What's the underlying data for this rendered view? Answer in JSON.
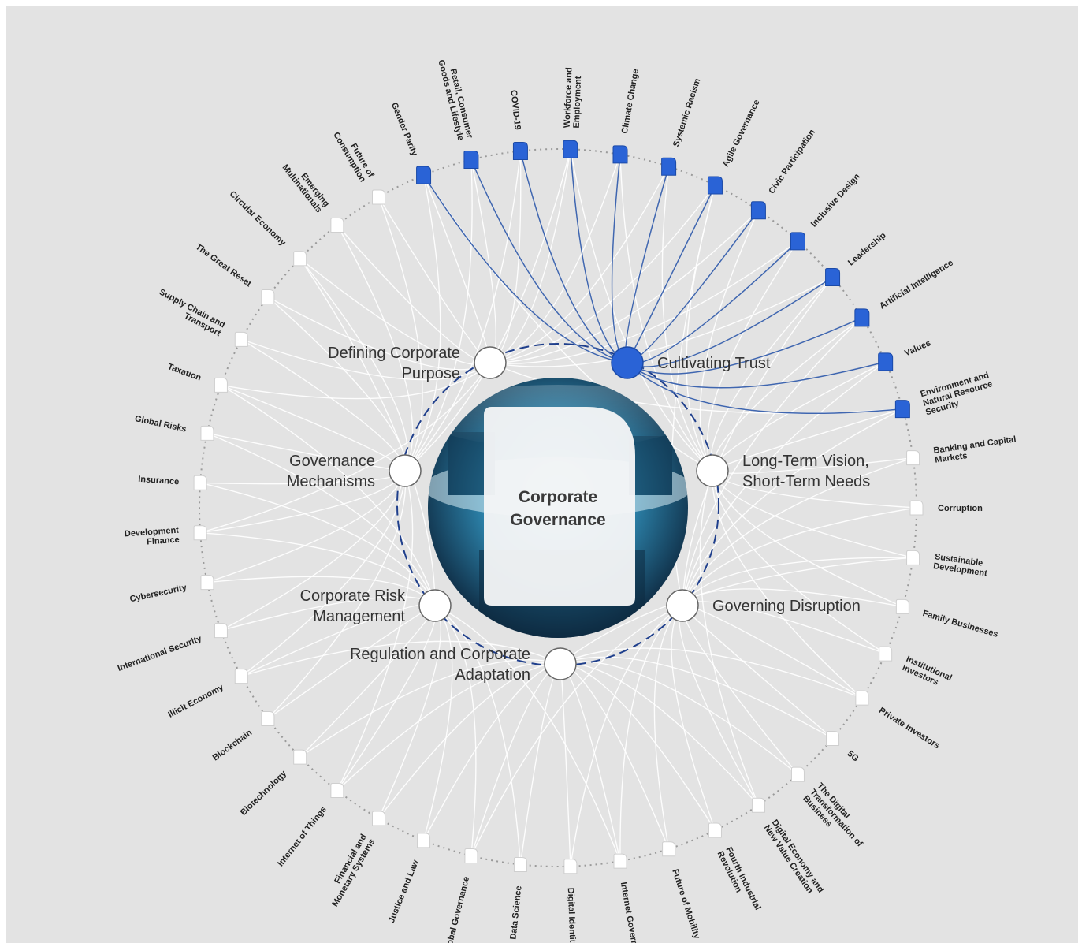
{
  "center": {
    "title_line1": "Corporate",
    "title_line2": "Governance"
  },
  "key_issues": [
    {
      "lines": [
        "Defining Corporate",
        "Purpose"
      ],
      "selected": false
    },
    {
      "lines": [
        "Cultivating Trust"
      ],
      "selected": true
    },
    {
      "lines": [
        "Long-Term Vision,",
        "Short-Term Needs"
      ],
      "selected": false
    },
    {
      "lines": [
        "Governing Disruption"
      ],
      "selected": false
    },
    {
      "lines": [
        "Regulation and Corporate",
        "Adaptation"
      ],
      "selected": false
    },
    {
      "lines": [
        "Corporate Risk",
        "Management"
      ],
      "selected": false
    },
    {
      "lines": [
        "Governance",
        "Mechanisms"
      ],
      "selected": false
    }
  ],
  "topics": [
    {
      "lines": [
        "Gender Parity"
      ],
      "highlighted": true
    },
    {
      "lines": [
        "Retail, Consumer",
        "Goods and Lifestyle"
      ],
      "highlighted": true
    },
    {
      "lines": [
        "COVID-19"
      ],
      "highlighted": true
    },
    {
      "lines": [
        "Workforce and",
        "Employment"
      ],
      "highlighted": true
    },
    {
      "lines": [
        "Climate Change"
      ],
      "highlighted": true
    },
    {
      "lines": [
        "Systemic Racism"
      ],
      "highlighted": true
    },
    {
      "lines": [
        "Agile Governance"
      ],
      "highlighted": true
    },
    {
      "lines": [
        "Civic Participation"
      ],
      "highlighted": true
    },
    {
      "lines": [
        "Inclusive Design"
      ],
      "highlighted": true
    },
    {
      "lines": [
        "Leadership"
      ],
      "highlighted": true
    },
    {
      "lines": [
        "Artificial Intelligence"
      ],
      "highlighted": true
    },
    {
      "lines": [
        "Values"
      ],
      "highlighted": true
    },
    {
      "lines": [
        "Environment and",
        "Natural Resource",
        "Security"
      ],
      "highlighted": true
    },
    {
      "lines": [
        "Banking and Capital",
        "Markets"
      ],
      "highlighted": false
    },
    {
      "lines": [
        "Corruption"
      ],
      "highlighted": false
    },
    {
      "lines": [
        "Sustainable",
        "Development"
      ],
      "highlighted": false
    },
    {
      "lines": [
        "Family Businesses"
      ],
      "highlighted": false
    },
    {
      "lines": [
        "Institutional",
        "Investors"
      ],
      "highlighted": false
    },
    {
      "lines": [
        "Private Investors"
      ],
      "highlighted": false
    },
    {
      "lines": [
        "5G"
      ],
      "highlighted": false
    },
    {
      "lines": [
        "The Digital",
        "Transformation of",
        "Business"
      ],
      "highlighted": false
    },
    {
      "lines": [
        "Digital Economy and",
        "New Value Creation"
      ],
      "highlighted": false
    },
    {
      "lines": [
        "Fourth Industrial",
        "Revolution"
      ],
      "highlighted": false
    },
    {
      "lines": [
        "Future of Mobility"
      ],
      "highlighted": false
    },
    {
      "lines": [
        "Internet Governance"
      ],
      "highlighted": false
    },
    {
      "lines": [
        "Digital Identity"
      ],
      "highlighted": false
    },
    {
      "lines": [
        "Data Science"
      ],
      "highlighted": false
    },
    {
      "lines": [
        "Global Governance"
      ],
      "highlighted": false
    },
    {
      "lines": [
        "Justice and Law"
      ],
      "highlighted": false
    },
    {
      "lines": [
        "Financial and",
        "Monetary Systems"
      ],
      "highlighted": false
    },
    {
      "lines": [
        "Internet of Things"
      ],
      "highlighted": false
    },
    {
      "lines": [
        "Biotechnology"
      ],
      "highlighted": false
    },
    {
      "lines": [
        "Blockchain"
      ],
      "highlighted": false
    },
    {
      "lines": [
        "Illicit Economy"
      ],
      "highlighted": false
    },
    {
      "lines": [
        "International Security"
      ],
      "highlighted": false
    },
    {
      "lines": [
        "Cybersecurity"
      ],
      "highlighted": false
    },
    {
      "lines": [
        "Development",
        "Finance"
      ],
      "highlighted": false
    },
    {
      "lines": [
        "Insurance"
      ],
      "highlighted": false
    },
    {
      "lines": [
        "Global Risks"
      ],
      "highlighted": false
    },
    {
      "lines": [
        "Taxation"
      ],
      "highlighted": false
    },
    {
      "lines": [
        "Supply Chain and",
        "Transport"
      ],
      "highlighted": false
    },
    {
      "lines": [
        "The Great Reset"
      ],
      "highlighted": false
    },
    {
      "lines": [
        "Circular Economy"
      ],
      "highlighted": false
    },
    {
      "lines": [
        "Emerging",
        "Multinationals"
      ],
      "highlighted": false
    },
    {
      "lines": [
        "Future of",
        "Consumption"
      ],
      "highlighted": false
    }
  ],
  "colors": {
    "background": "#e3e3e3",
    "highlight": "#2a63d6",
    "highlight_link": "#3f66b0",
    "link": "#ffffff",
    "inner_ring": "#1f3f8c",
    "outer_ring": "#9a9a9a"
  }
}
